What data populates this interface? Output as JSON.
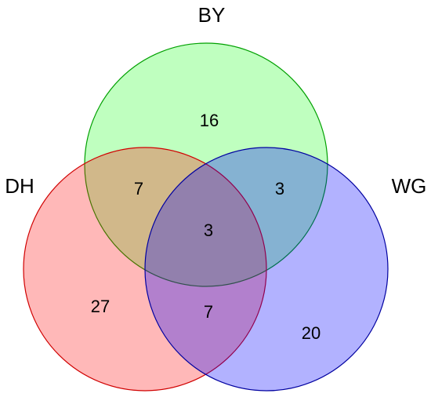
{
  "sets": [
    {
      "id": "BY",
      "label": "BY",
      "fill": "#00ff00",
      "stroke": "#00a000"
    },
    {
      "id": "DH",
      "label": "DH",
      "fill": "#ff0000",
      "stroke": "#d00000"
    },
    {
      "id": "WG",
      "label": "WG",
      "fill": "#0000ff",
      "stroke": "#0000a0"
    }
  ],
  "regions": {
    "BY_only": "16",
    "DH_only": "27",
    "WG_only": "20",
    "BY_DH": "7",
    "BY_WG": "3",
    "DH_WG": "7",
    "BY_DH_WG": "3"
  }
}
